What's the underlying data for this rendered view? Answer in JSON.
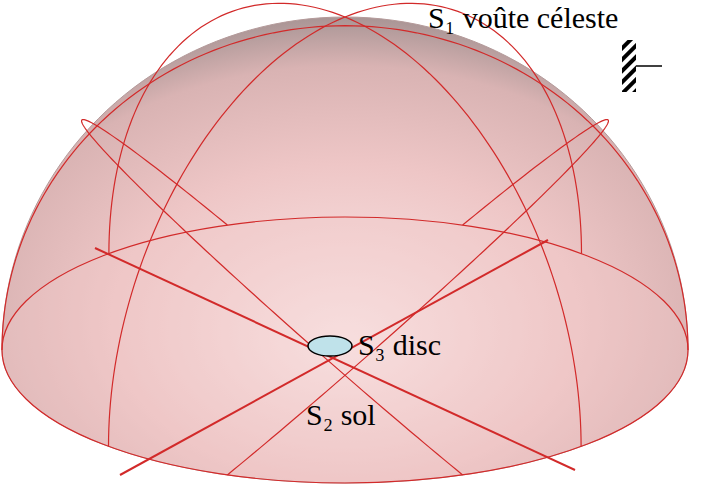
{
  "diagram": {
    "labels": [
      "S₁ voûte céleste",
      "S₃ disc",
      "S₂ sol"
    ]
  }
}
